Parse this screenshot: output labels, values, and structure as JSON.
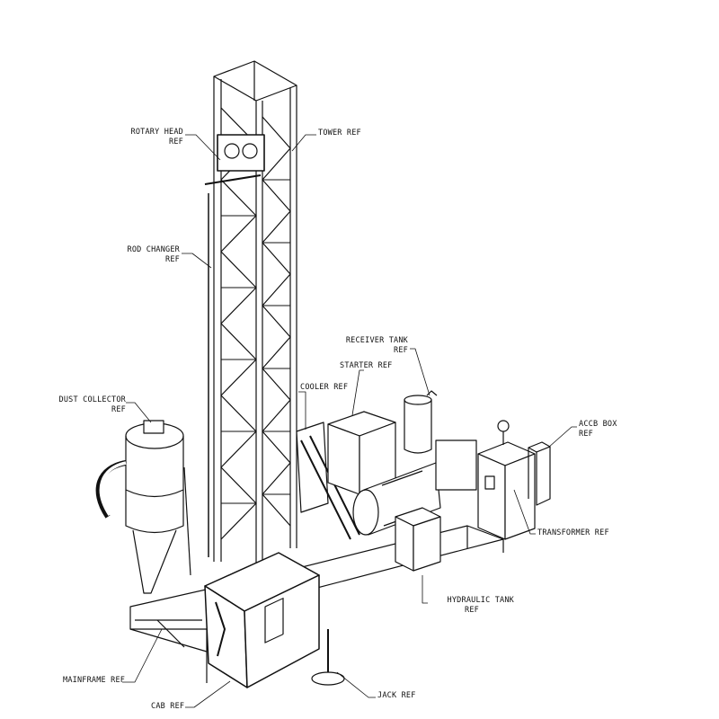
{
  "labels": {
    "rotary_head": [
      "ROTARY HEAD",
      "REF"
    ],
    "tower": "TOWER REF",
    "rod_changer": [
      "ROD CHANGER",
      "REF"
    ],
    "receiver_tank": [
      "RECEIVER TANK",
      "REF"
    ],
    "starter": "STARTER REF",
    "cooler": "COOLER REF",
    "dust_collector": [
      "DUST COLLECTOR",
      "REF"
    ],
    "accb_box": [
      "ACCB BOX",
      "REF"
    ],
    "transformer": "TRANSFORMER REF",
    "hydraulic_tank": [
      "HYDRAULIC TANK",
      "REF"
    ],
    "mainframe": "MAINFRAME REF",
    "jack": "JACK REF",
    "cab": "CAB REF"
  },
  "colors": {
    "line": "#111111",
    "background": "#ffffff"
  }
}
